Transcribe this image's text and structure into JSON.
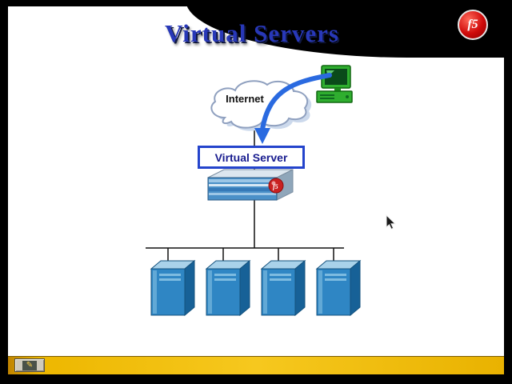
{
  "slide": {
    "title": "Virtual Servers"
  },
  "logo": {
    "text": "f5"
  },
  "diagram": {
    "internet_label": "Internet",
    "virtual_server_label": "Virtual Server",
    "servers": [
      "server-tower-1",
      "server-tower-2",
      "server-tower-3",
      "server-tower-4"
    ]
  },
  "toolbar": {
    "pen_icon": "✎"
  },
  "colors": {
    "title_blue": "#2838b8",
    "arrow_blue": "#2a6ae0",
    "box_border_blue": "#2444cc",
    "server_blue": "#2f86c4",
    "bar_yellow": "#edb700",
    "logo_red": "#cf0a0a"
  }
}
